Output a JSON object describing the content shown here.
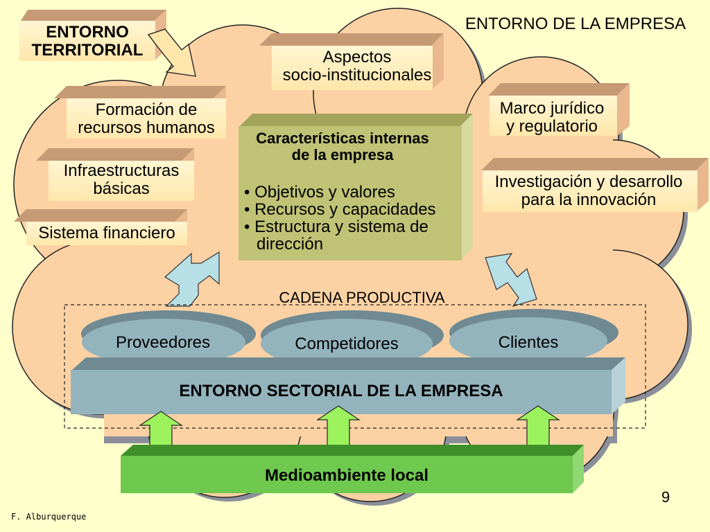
{
  "title": "ENTORNO DE LA EMPRESA",
  "territorial_label": [
    "ENTORNO",
    "TERRITORIAL"
  ],
  "boxes": {
    "aspectos": [
      "Aspectos",
      "socio-institucionales"
    ],
    "formacion": [
      "Formación de",
      "recursos humanos"
    ],
    "infraestructuras": [
      "Infraestructuras",
      "básicas"
    ],
    "financiero": [
      "Sistema financiero"
    ],
    "marco": [
      "Marco jurídico",
      "y regulatorio"
    ],
    "investigacion": [
      "Investigación y desarrollo",
      "para la innovación"
    ]
  },
  "internal": {
    "title": [
      "Características internas",
      "de la empresa"
    ],
    "items": [
      "• Objetivos y valores",
      "• Recursos y capacidades",
      "• Estructura y sistema de",
      "dirección"
    ]
  },
  "chain_label": "CADENA PRODUCTIVA",
  "chain_nodes": [
    "Proveedores",
    "Competidores",
    "Clientes"
  ],
  "sector_label": "ENTORNO SECTORIAL DE LA EMPRESA",
  "local_label": "Medioambiente local",
  "page_number": "9",
  "author": "F. Alburquerque",
  "colors": {
    "background": "#ffffcc",
    "cloud": "#fcd2a4",
    "box_face": "#fff2c6",
    "box_top": "#c79a76",
    "internal_face": "#c0c275",
    "sector_face": "#94b4bd",
    "local_face": "#6fc94e",
    "ellipse": "#94b4bd",
    "arrow_blue": "#b7dfe6",
    "arrow_green": "#9cf25c"
  }
}
